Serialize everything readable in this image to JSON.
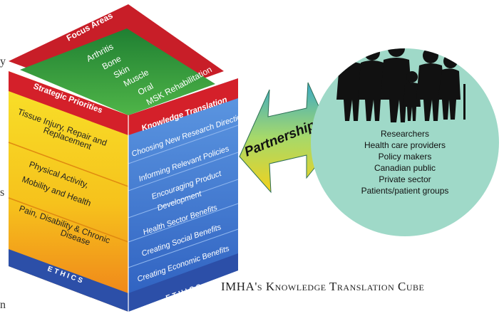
{
  "colors": {
    "focus_green": "#2e9a3c",
    "focus_red": "#d4202a",
    "priority_yellow": "#f6d51c",
    "priority_orange": "#f39a1c",
    "kt_blue": "#3f7ad1",
    "ethics_blue": "#2c4fa8",
    "circle_teal": "#9fd9c8",
    "silhouette": "#111111"
  },
  "cube": {
    "top_header": "Focus Areas",
    "focus_areas": [
      "Arthritis",
      "Bone",
      "Skin",
      "Muscle",
      "Oral",
      "MSK Rehabilitation"
    ],
    "left_header": "Strategic Priorities",
    "strategic_priorities": [
      [
        "Tissue Injury, Repair and",
        "Replacement"
      ],
      [
        "Physical Activity,",
        "Mobility and Health"
      ],
      [
        "Pain, Disability & Chronic",
        "Disease"
      ]
    ],
    "right_header": "Knowledge Translation",
    "knowledge_translation": [
      "Choosing New Research Directions",
      "Informing Relevant Policies",
      [
        "Encouraging Product",
        "Development"
      ],
      "Health Sector Benefits",
      "Creating Social Benefits",
      "Creating Economic Benefits"
    ],
    "ethics_left": "ETHICS",
    "ethics_right": "ETHICS"
  },
  "arrow_label": "Partnerships",
  "partners": [
    "Researchers",
    "Health care providers",
    "Policy makers",
    "Canadian public",
    "Private sector",
    "Patients/patient groups"
  ],
  "caption": "IMHA's Knowledge Translation Cube",
  "stray_chars": [
    "y",
    "s",
    "n"
  ]
}
